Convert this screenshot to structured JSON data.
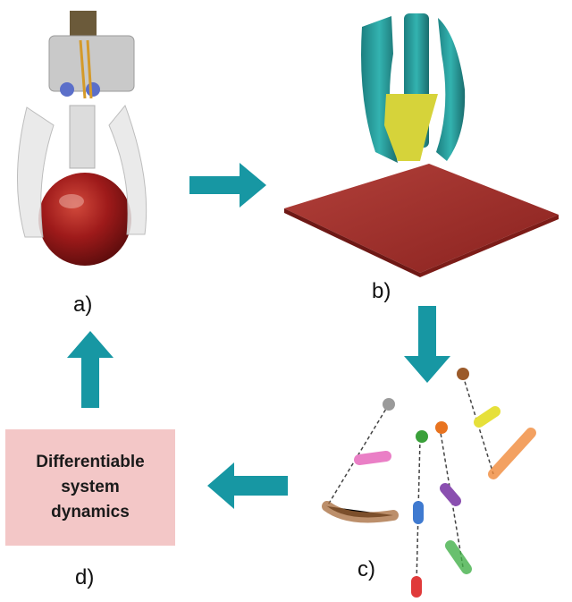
{
  "labels": {
    "a": "a)",
    "b": "b)",
    "c": "c)",
    "d": "d)"
  },
  "dynamics_box": {
    "text": "Differentiable\nsystem\ndynamics",
    "color": "#f3c7c7"
  },
  "colors": {
    "arrow": "#1797a3",
    "plate": "#a8302c",
    "finger": "#2aa0a0",
    "object": "#d6d33a",
    "apple": "#9e1a1a"
  }
}
